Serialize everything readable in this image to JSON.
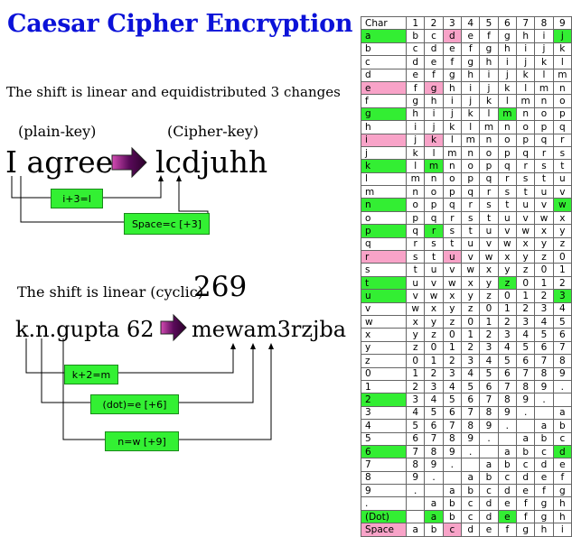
{
  "title": "Caesar Cipher Encryption",
  "example1": {
    "description": "The shift is linear and equidistributed  3 changes",
    "plain_label": "(plain-key)",
    "cipher_label": "(Cipher-key)",
    "plain_text": "I agree",
    "cipher_text": "lcdjuhh",
    "note_shift": "i+3=l",
    "note_space": "Space=c [+3]"
  },
  "example2": {
    "description": "The shift is linear (cyclic)",
    "shift_value": "269",
    "plain_text": "k.n.gupta 62",
    "cipher_text": "mewam3rzjba",
    "note_k": "k+2=m",
    "note_dot": "(dot)=e [+6]",
    "note_n": "n=w [+9]"
  },
  "colors": {
    "title": "#0b12d8",
    "green": "#33ee33",
    "pink": "#f8a3c8"
  },
  "table": {
    "header": [
      "Char",
      "1",
      "2",
      "3",
      "4",
      "5",
      "6",
      "7",
      "8",
      "9"
    ],
    "rows": [
      [
        "a",
        "b",
        "c",
        "d",
        "e",
        "f",
        "g",
        "h",
        "i",
        "j"
      ],
      [
        "b",
        "c",
        "d",
        "e",
        "f",
        "g",
        "h",
        "i",
        "j",
        "k"
      ],
      [
        "c",
        "d",
        "e",
        "f",
        "g",
        "h",
        "i",
        "j",
        "k",
        "l"
      ],
      [
        "d",
        "e",
        "f",
        "g",
        "h",
        "i",
        "j",
        "k",
        "l",
        "m"
      ],
      [
        "e",
        "f",
        "g",
        "h",
        "i",
        "j",
        "k",
        "l",
        "m",
        "n"
      ],
      [
        "f",
        "g",
        "h",
        "i",
        "j",
        "k",
        "l",
        "m",
        "n",
        "o"
      ],
      [
        "g",
        "h",
        "i",
        "j",
        "k",
        "l",
        "m",
        "n",
        "o",
        "p"
      ],
      [
        "h",
        "i",
        "j",
        "k",
        "l",
        "m",
        "n",
        "o",
        "p",
        "q"
      ],
      [
        "i",
        "j",
        "k",
        "l",
        "m",
        "n",
        "o",
        "p",
        "q",
        "r"
      ],
      [
        "j",
        "k",
        "l",
        "m",
        "n",
        "o",
        "p",
        "q",
        "r",
        "s"
      ],
      [
        "k",
        "l",
        "m",
        "n",
        "o",
        "p",
        "q",
        "r",
        "s",
        "t"
      ],
      [
        "l",
        "m",
        "n",
        "o",
        "p",
        "q",
        "r",
        "s",
        "t",
        "u"
      ],
      [
        "m",
        "n",
        "o",
        "p",
        "q",
        "r",
        "s",
        "t",
        "u",
        "v"
      ],
      [
        "n",
        "o",
        "p",
        "q",
        "r",
        "s",
        "t",
        "u",
        "v",
        "w"
      ],
      [
        "o",
        "p",
        "q",
        "r",
        "s",
        "t",
        "u",
        "v",
        "w",
        "x"
      ],
      [
        "p",
        "q",
        "r",
        "s",
        "t",
        "u",
        "v",
        "w",
        "x",
        "y"
      ],
      [
        "q",
        "r",
        "s",
        "t",
        "u",
        "v",
        "w",
        "x",
        "y",
        "z"
      ],
      [
        "r",
        "s",
        "t",
        "u",
        "v",
        "w",
        "x",
        "y",
        "z",
        "0"
      ],
      [
        "s",
        "t",
        "u",
        "v",
        "w",
        "x",
        "y",
        "z",
        "0",
        "1"
      ],
      [
        "t",
        "u",
        "v",
        "w",
        "x",
        "y",
        "z",
        "0",
        "1",
        "2"
      ],
      [
        "u",
        "v",
        "w",
        "x",
        "y",
        "z",
        "0",
        "1",
        "2",
        "3"
      ],
      [
        "v",
        "w",
        "x",
        "y",
        "z",
        "0",
        "1",
        "2",
        "3",
        "4"
      ],
      [
        "w",
        "x",
        "y",
        "z",
        "0",
        "1",
        "2",
        "3",
        "4",
        "5"
      ],
      [
        "x",
        "y",
        "z",
        "0",
        "1",
        "2",
        "3",
        "4",
        "5",
        "6"
      ],
      [
        "y",
        "z",
        "0",
        "1",
        "2",
        "3",
        "4",
        "5",
        "6",
        "7"
      ],
      [
        "z",
        "0",
        "1",
        "2",
        "3",
        "4",
        "5",
        "6",
        "7",
        "8"
      ],
      [
        "0",
        "1",
        "2",
        "3",
        "4",
        "5",
        "6",
        "7",
        "8",
        "9"
      ],
      [
        "1",
        "2",
        "3",
        "4",
        "5",
        "6",
        "7",
        "8",
        "9",
        "."
      ],
      [
        "2",
        "3",
        "4",
        "5",
        "6",
        "7",
        "8",
        "9",
        ".",
        ""
      ],
      [
        "3",
        "4",
        "5",
        "6",
        "7",
        "8",
        "9",
        ".",
        "",
        "a"
      ],
      [
        "4",
        "5",
        "6",
        "7",
        "8",
        "9",
        ".",
        "",
        "a",
        "b"
      ],
      [
        "5",
        "6",
        "7",
        "8",
        "9",
        ".",
        "",
        "a",
        "b",
        "c"
      ],
      [
        "6",
        "7",
        "8",
        "9",
        ".",
        "",
        "a",
        "b",
        "c",
        "d"
      ],
      [
        "7",
        "8",
        "9",
        ".",
        "",
        "a",
        "b",
        "c",
        "d",
        "e"
      ],
      [
        "8",
        "9",
        ".",
        "",
        "a",
        "b",
        "c",
        "d",
        "e",
        "f"
      ],
      [
        "9",
        ".",
        "",
        "a",
        "b",
        "c",
        "d",
        "e",
        "f",
        "g"
      ],
      [
        ".",
        "",
        "a",
        "b",
        "c",
        "d",
        "e",
        "f",
        "g",
        "h"
      ],
      [
        "(Dot)",
        "",
        "a",
        "b",
        "c",
        "d",
        "e",
        "f",
        "g",
        "h"
      ],
      [
        "Space",
        "a",
        "b",
        "c",
        "d",
        "e",
        "f",
        "g",
        "h",
        "i"
      ]
    ],
    "highlights": [
      [
        0,
        0,
        "g"
      ],
      [
        0,
        3,
        "p"
      ],
      [
        0,
        9,
        "g"
      ],
      [
        4,
        0,
        "p"
      ],
      [
        4,
        2,
        "p"
      ],
      [
        6,
        0,
        "g"
      ],
      [
        6,
        6,
        "g"
      ],
      [
        8,
        0,
        "p"
      ],
      [
        8,
        2,
        "p"
      ],
      [
        10,
        0,
        "g"
      ],
      [
        10,
        2,
        "g"
      ],
      [
        13,
        0,
        "g"
      ],
      [
        13,
        9,
        "g"
      ],
      [
        15,
        0,
        "g"
      ],
      [
        15,
        2,
        "g"
      ],
      [
        17,
        0,
        "p"
      ],
      [
        17,
        3,
        "p"
      ],
      [
        19,
        0,
        "g"
      ],
      [
        19,
        6,
        "g"
      ],
      [
        20,
        0,
        "g"
      ],
      [
        20,
        9,
        "g"
      ],
      [
        28,
        0,
        "g"
      ],
      [
        32,
        0,
        "g"
      ],
      [
        32,
        9,
        "g"
      ],
      [
        37,
        0,
        "g"
      ],
      [
        37,
        2,
        "g"
      ],
      [
        37,
        6,
        "g"
      ],
      [
        38,
        0,
        "p"
      ],
      [
        38,
        3,
        "p"
      ]
    ]
  }
}
